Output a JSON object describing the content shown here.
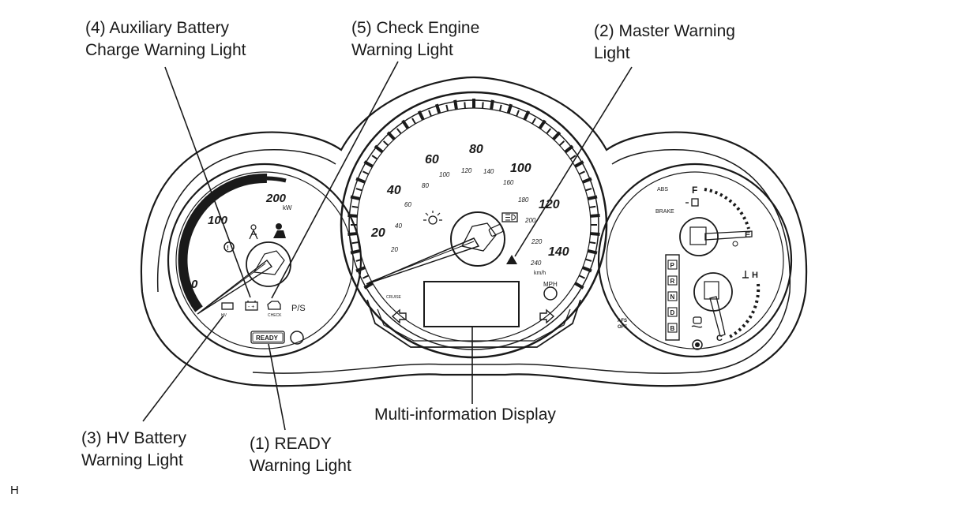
{
  "callouts": {
    "aux_battery": {
      "line1": "(4) Auxiliary Battery",
      "line2": "Charge Warning Light"
    },
    "check_engine": {
      "line1": "(5) Check Engine",
      "line2": "Warning Light"
    },
    "master_warning": {
      "line1": "(2) Master Warning",
      "line2": "Light"
    },
    "mid": {
      "line1": "Multi-information Display"
    },
    "hv_battery": {
      "line1": "(3) HV Battery",
      "line2": "Warning Light"
    },
    "ready_warning": {
      "line1": "(1) READY",
      "line2": "Warning Light"
    }
  },
  "corner_label": "H",
  "power_meter": {
    "scale_labels": [
      "0",
      "100",
      "200"
    ],
    "unit": "kW",
    "ps_label": "P/S",
    "ready_indicator": "READY"
  },
  "speedometer": {
    "mph_labels": [
      "20",
      "40",
      "60",
      "80",
      "100",
      "120",
      "140"
    ],
    "kmh_labels": [
      "20",
      "40",
      "60",
      "80",
      "100",
      "120",
      "140",
      "160",
      "180",
      "200",
      "220",
      "240"
    ],
    "mph_unit": "MPH",
    "kmh_unit": "km/h",
    "cruise_label": "CRUISE"
  },
  "right_cluster": {
    "fuel_full": "F",
    "fuel_empty": "E",
    "temp_hot": "H",
    "temp_cold": "C",
    "abs_label": "ABS",
    "brake_label": "BRAKE",
    "afs_label_1": "AFS",
    "afs_label_2": "OFF",
    "shift_positions": [
      "P",
      "R",
      "N",
      "D",
      "B"
    ]
  }
}
